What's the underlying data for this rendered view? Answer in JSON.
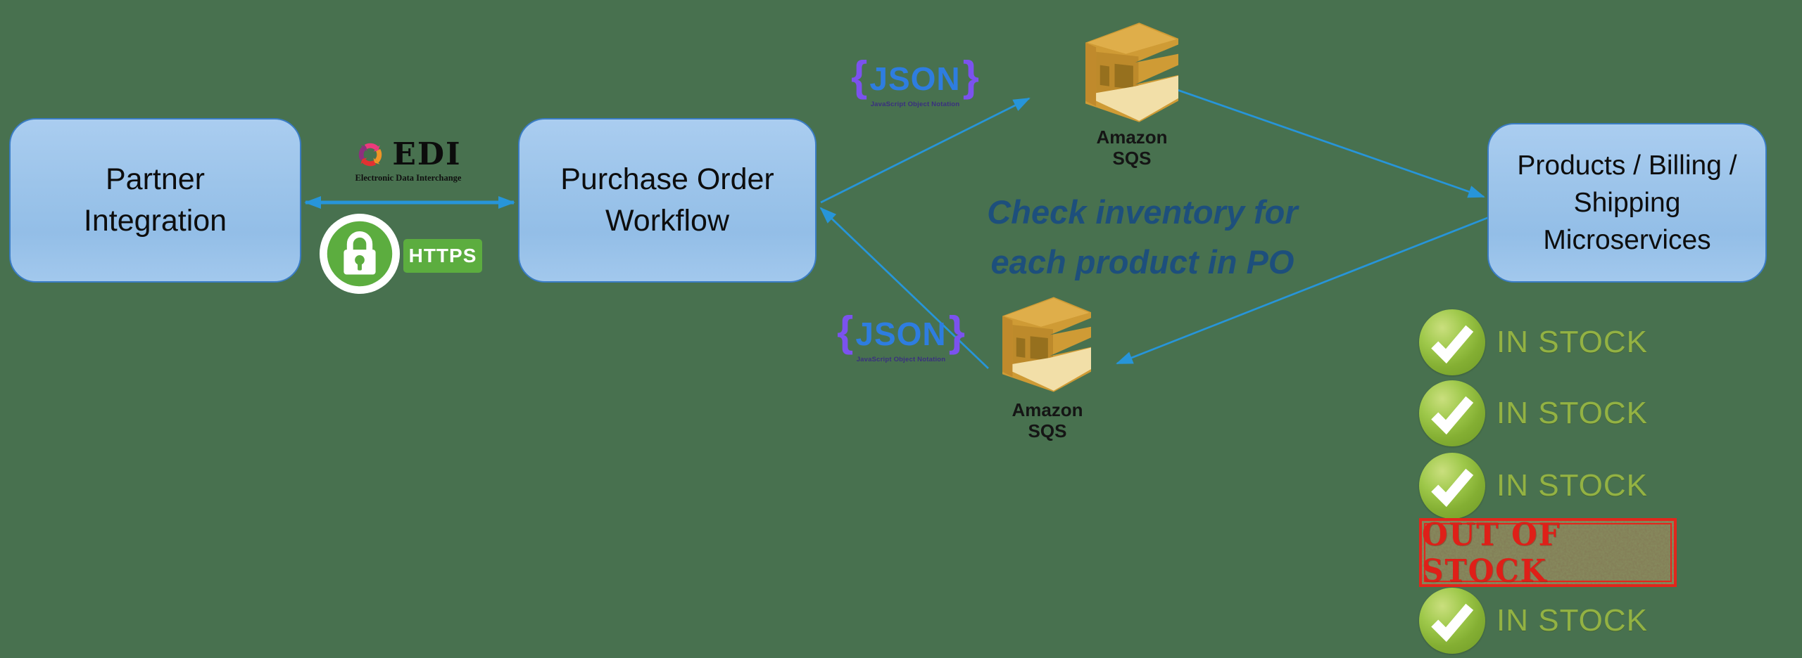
{
  "colors": {
    "background": "#48714f",
    "arrow-blue": "#2795d9",
    "box-border": "#3a7cc4",
    "note-blue": "#1d4f7c",
    "stock-green": "#93b243",
    "stamp-red": "#e2261c",
    "https-green": "#5cad3f",
    "json-brace-purple": "#7b52ee",
    "json-blue": "#2e7de0",
    "sqs-gold": "#cf9b35"
  },
  "nodes": {
    "partner": {
      "line1": "Partner",
      "line2": "Integration"
    },
    "purchase_order": {
      "line1": "Purchase Order",
      "line2": "Workflow"
    },
    "microservices": {
      "line1": "Products / Billing /",
      "line2": "Shipping",
      "line3": "Microservices"
    }
  },
  "edi_logo": {
    "title": "EDI",
    "subtitle": "Electronic Data Interchange"
  },
  "https_badge": {
    "label": "HTTPS"
  },
  "json_logo": {
    "open_brace": "{",
    "word": "JSON",
    "close_brace": "}",
    "subtitle": "JavaScript Object Notation"
  },
  "sqs_label": {
    "line1": "Amazon",
    "line2": "SQS"
  },
  "note": {
    "line1": "Check inventory for",
    "line2": "each product in PO"
  },
  "stock": {
    "in_stock": "IN STOCK",
    "out_of_stock": "OUT OF STOCK"
  }
}
